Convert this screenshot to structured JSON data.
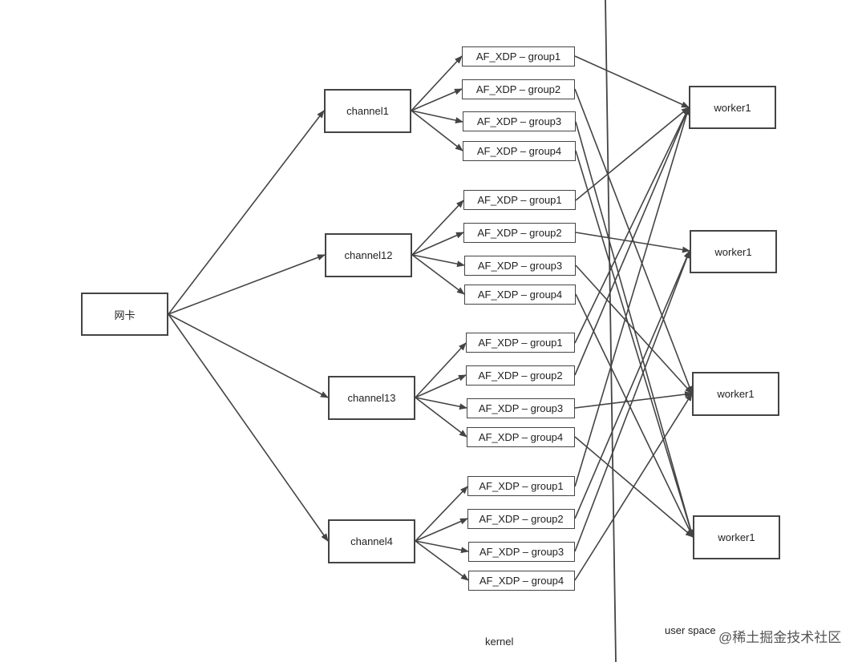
{
  "nic": {
    "label": "网卡"
  },
  "channels": [
    {
      "label": "channel1"
    },
    {
      "label": "channel12"
    },
    {
      "label": "channel13"
    },
    {
      "label": "channel4"
    }
  ],
  "groups": [
    [
      "AF_XDP – group1",
      "AF_XDP – group2",
      "AF_XDP – group3",
      "AF_XDP – group4"
    ],
    [
      "AF_XDP – group1",
      "AF_XDP – group2",
      "AF_XDP – group3",
      "AF_XDP – group4"
    ],
    [
      "AF_XDP – group1",
      "AF_XDP – group2",
      "AF_XDP – group3",
      "AF_XDP – group4"
    ],
    [
      "AF_XDP – group1",
      "AF_XDP – group2",
      "AF_XDP – group3",
      "AF_XDP – group4"
    ]
  ],
  "workers": [
    {
      "label": "worker1"
    },
    {
      "label": "worker1"
    },
    {
      "label": "worker1"
    },
    {
      "label": "worker1"
    }
  ],
  "regions": {
    "kernel": "kernel",
    "user_space": "user space"
  },
  "watermark": "@稀土掘金技术社区",
  "colors": {
    "line": "#444444",
    "border": "#444444",
    "text": "#222222"
  }
}
